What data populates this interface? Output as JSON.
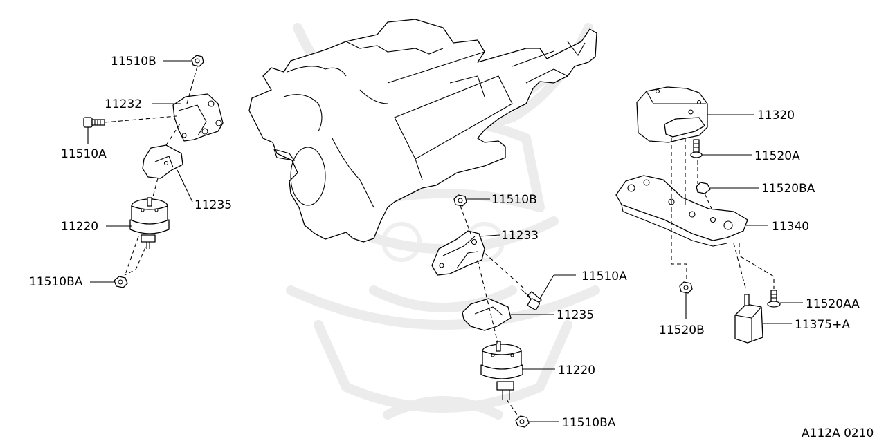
{
  "diagram_id": "A112A 0210",
  "labels": {
    "left_nut_top": "11510B",
    "left_bracket": "11232",
    "left_bolt": "11510A",
    "left_insulator": "11235",
    "left_mount": "11220",
    "left_nut_bottom": "11510BA",
    "center_nut_top": "11510B",
    "center_bracket": "11233",
    "center_bolt": "11510A",
    "center_insulator": "11235",
    "center_mount": "11220",
    "center_nut_bottom": "11510BA",
    "rear_mount": "11320",
    "rear_bolt_top": "11520A",
    "rear_nut_top": "11520BA",
    "crossmember": "11340",
    "rear_nut_bottom": "11520B",
    "rear_bolt_bottom": "11520AA",
    "dynamic_damper": "11375+A"
  }
}
